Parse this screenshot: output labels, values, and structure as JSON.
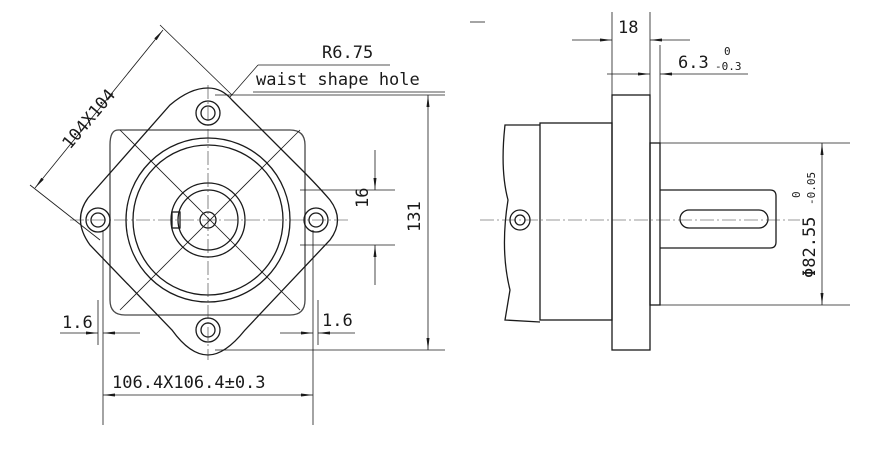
{
  "front_view": {
    "radius_label": "R6.75",
    "hole_label": "waist shape hole",
    "diag_label": "104X104",
    "dim_16": "16",
    "dim_131": "131",
    "dim_left_1_6": "1.6",
    "dim_right_1_6": "1.6",
    "bottom_label": "106.4X106.4±0.3"
  },
  "side_view": {
    "dim_18": "18",
    "dim_6_3": "6.3",
    "dim_6_3_upper": "0",
    "dim_6_3_lower": "-0.3",
    "dim_dia": "Φ82.55",
    "dim_dia_upper": "0",
    "dim_dia_lower": "-0.05"
  }
}
